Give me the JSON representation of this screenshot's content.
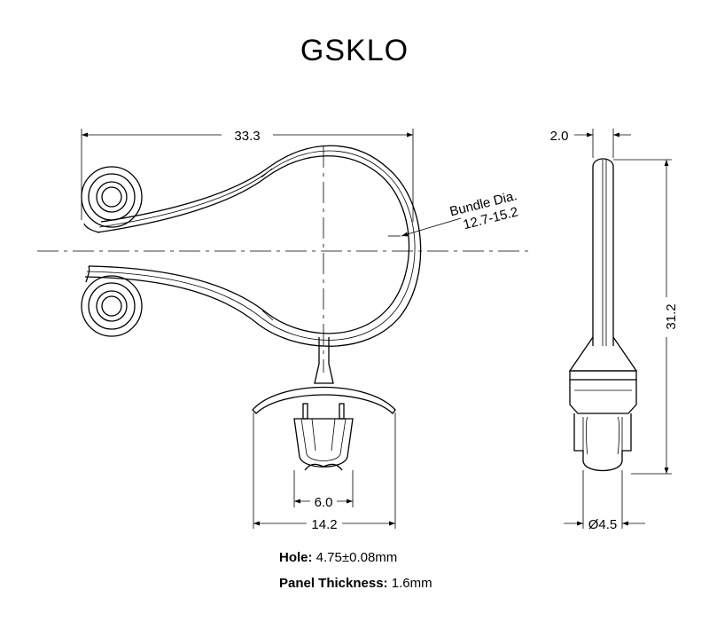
{
  "title": "GSKLO",
  "dimensions": {
    "overall_width": "33.3",
    "bundle_label": "Bundle Dia.",
    "bundle_range": "12.7-15.2",
    "base_inner": "6.0",
    "base_outer": "14.2",
    "thickness": "2.0",
    "height": "31.2",
    "pin_diameter": "Ø4.5"
  },
  "specs": {
    "hole_label": "Hole:",
    "hole_value": "4.75±0.08mm",
    "panel_label": "Panel Thickness:",
    "panel_value": "1.6mm"
  }
}
